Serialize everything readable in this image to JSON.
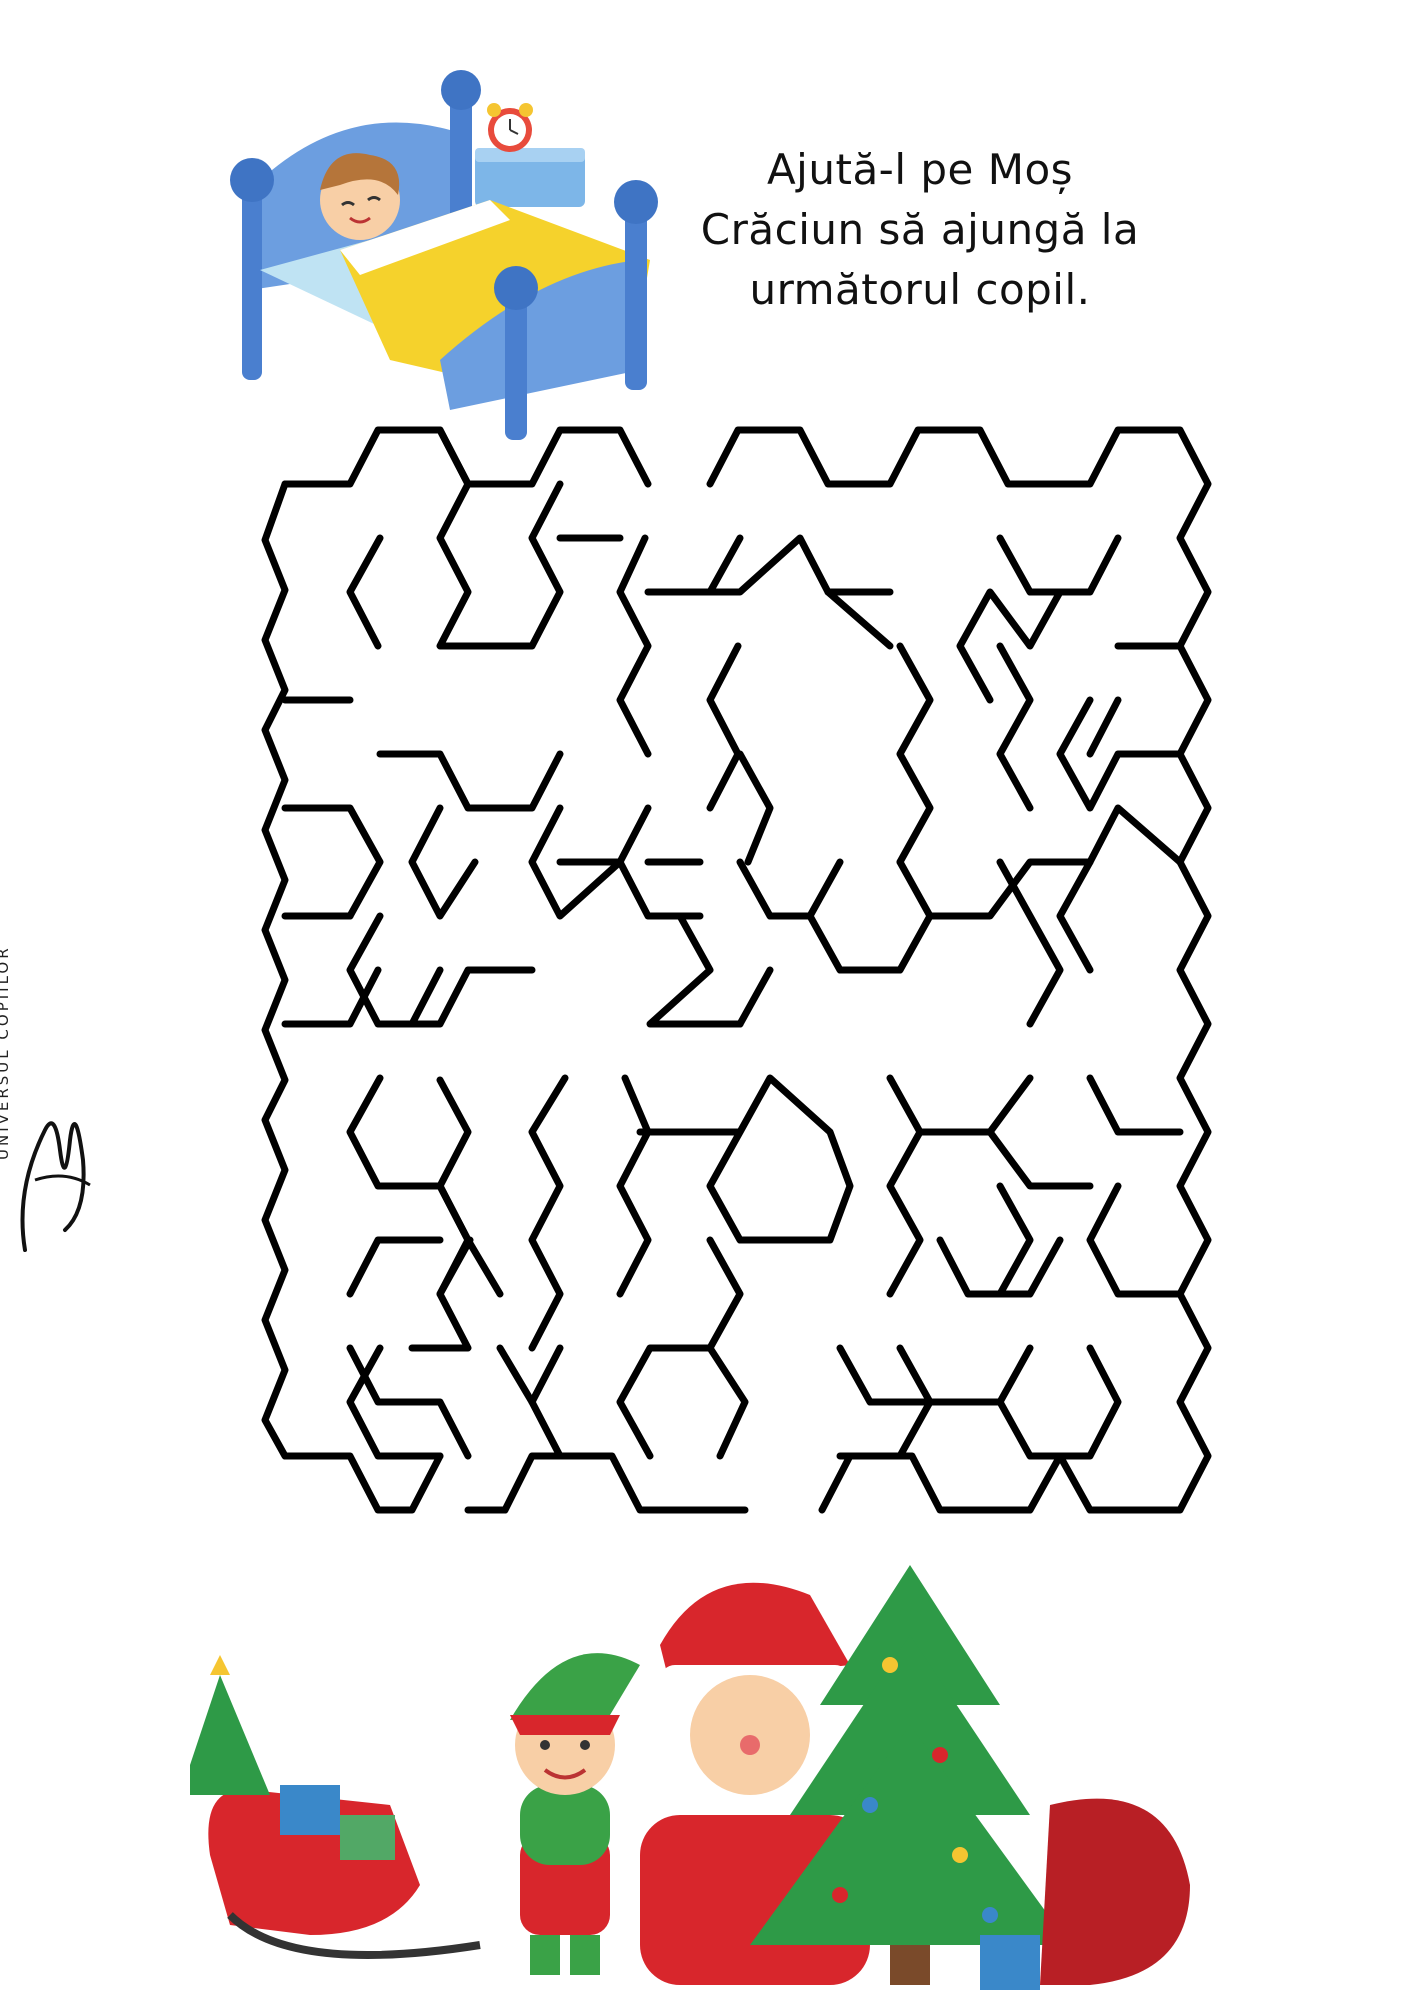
{
  "instructions": {
    "line1": "Ajută-l pe Moș",
    "line2": "Crăciun să ajungă la",
    "line3": "următorul copil."
  },
  "branding": {
    "logo": "Msk",
    "tagline": "UNIVERSUL COPIILOR"
  },
  "illustrations": {
    "top": "child-in-bed-with-alarm-clock",
    "bottom": [
      "sleigh-with-gifts",
      "elf",
      "santa-claus",
      "christmas-tree",
      "gift-sack"
    ]
  },
  "colors": {
    "maze_line": "#000000",
    "bed_blue": "#5b8fd6",
    "blanket_yellow": "#f5d22c",
    "santa_red": "#d8262c",
    "tree_green": "#2e9a47",
    "elf_green": "#3aa247"
  }
}
